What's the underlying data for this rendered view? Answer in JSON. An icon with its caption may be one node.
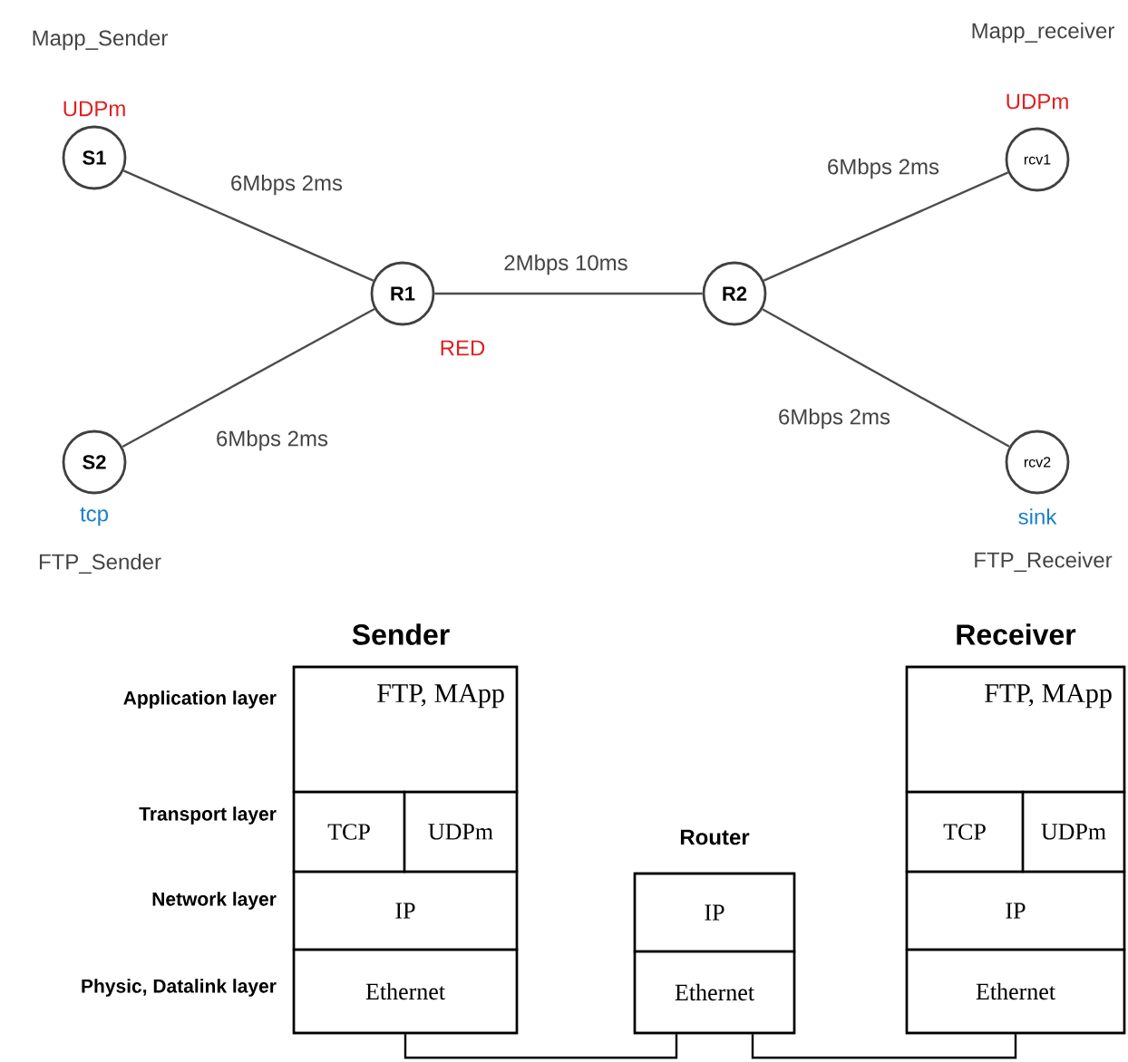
{
  "diagram": {
    "nodes": [
      {
        "text": [
          "S1"
        ],
        "beside": [
          "Mapp_Sender",
          "UDPm"
        ]
      },
      {
        "text": [
          "S2"
        ],
        "beside": [
          "tcp",
          "FTP_Sender"
        ]
      },
      {
        "text": [
          "R1"
        ],
        "beside": [
          "RED"
        ]
      },
      {
        "text": [
          "R2"
        ]
      },
      {
        "text": [
          "rcv1"
        ],
        "beside": [
          "Mapp_receiver",
          "UDPm"
        ]
      },
      {
        "text": [
          "rcv2"
        ],
        "beside": [
          "sink",
          "FTP_Receiver"
        ]
      },
      {
        "text": [
          "Sender"
        ]
      },
      {
        "text": [
          "FTP, MApp"
        ],
        "in": 6
      },
      {
        "text": [
          "TCP"
        ],
        "in": 6
      },
      {
        "text": [
          "UDPm"
        ],
        "in": 6
      },
      {
        "text": [
          "IP"
        ],
        "in": 6
      },
      {
        "text": [
          "Ethernet"
        ],
        "in": 6
      },
      {
        "text": [
          "Router"
        ]
      },
      {
        "text": [
          "IP"
        ],
        "in": 12
      },
      {
        "text": [
          "Ethernet"
        ],
        "in": 12
      },
      {
        "text": [
          "Receiver"
        ]
      },
      {
        "text": [
          "FTP, MApp"
        ],
        "in": 15
      },
      {
        "text": [
          "TCP"
        ],
        "in": 15
      },
      {
        "text": [
          "UDPm"
        ],
        "in": 15
      },
      {
        "text": [
          "IP"
        ],
        "in": 15
      },
      {
        "text": [
          "Ethernet"
        ],
        "in": 15
      }
    ],
    "edges": [
      {
        "from": 0,
        "to": 2,
        "arrow": "none",
        "label": "6Mbps  2ms"
      },
      {
        "from": 1,
        "to": 2,
        "arrow": "none",
        "label": "6Mbps  2ms"
      },
      {
        "from": 2,
        "to": 3,
        "arrow": "none",
        "label": "2Mbps  10ms"
      },
      {
        "from": 3,
        "to": 4,
        "arrow": "none",
        "label": "6Mbps  2ms"
      },
      {
        "from": 3,
        "to": 5,
        "arrow": "none",
        "label": "6Mbps  2ms"
      },
      {
        "from": 11,
        "to": 14,
        "arrow": "none"
      },
      {
        "from": 14,
        "to": 20,
        "arrow": "none"
      }
    ],
    "labels": [
      "Application layer",
      "Transport layer",
      "Network layer",
      "Physic, Datalink layer"
    ]
  }
}
